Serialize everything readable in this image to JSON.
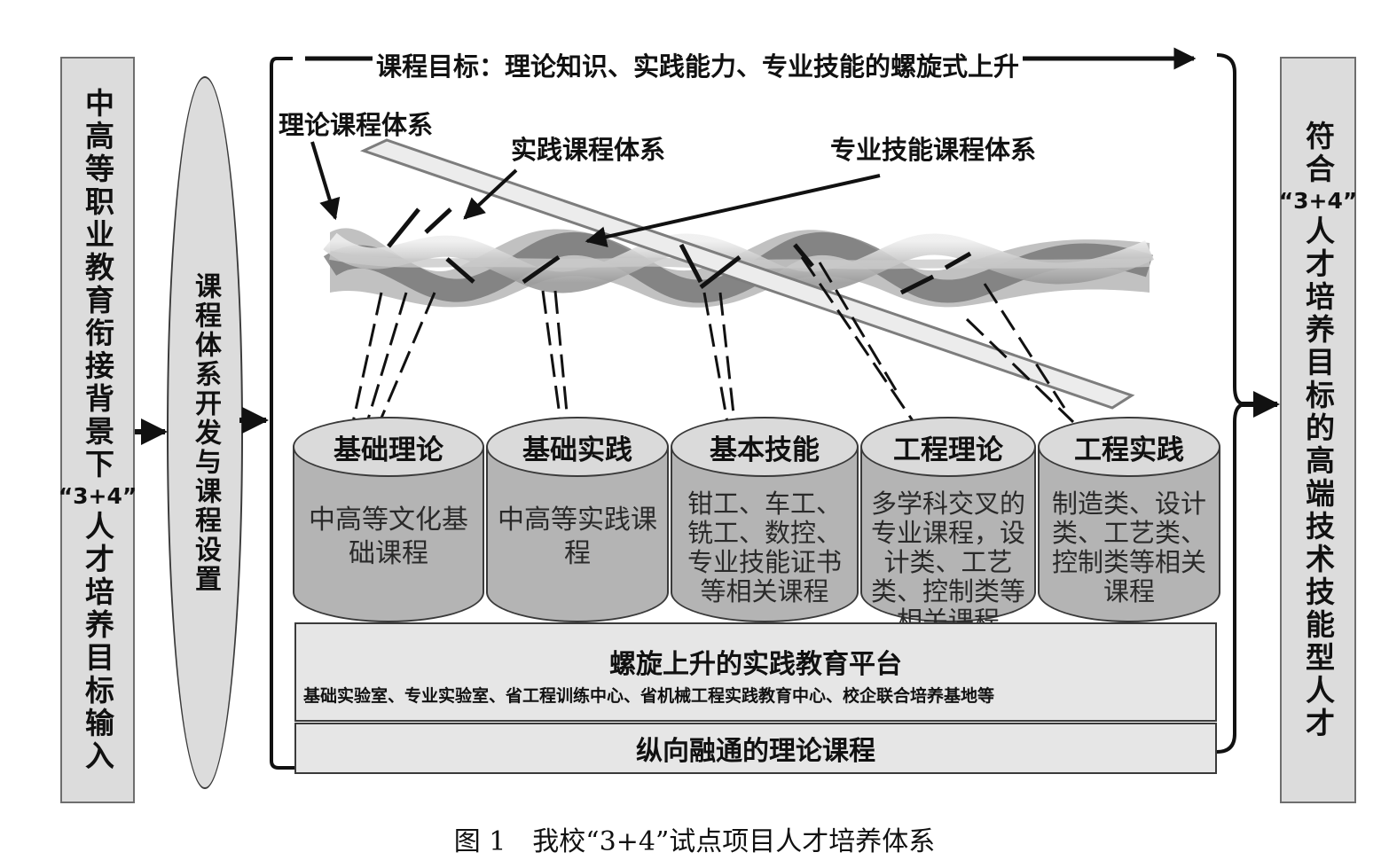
{
  "left_box": {
    "text_top": "中高等职业教育衔接背景下",
    "quote": "“3+4”",
    "text_bottom": "人才培养目标输入"
  },
  "ellipse": {
    "text": "课程体系开发与课程设置"
  },
  "right_box": {
    "text_top": "符合",
    "quote": "“3+4”",
    "text_bottom": "人才培养目标的高端技术技能型人才"
  },
  "goal_label": "课程目标：理论知识、实践能力、专业技能的螺旋式上升",
  "systems": {
    "theory": "理论课程体系",
    "practice": "实践课程体系",
    "skill": "专业技能课程体系"
  },
  "cylinders": [
    {
      "title": "基础理论",
      "desc": "中高等文化基础课程"
    },
    {
      "title": "基础实践",
      "desc": "中高等实践课程"
    },
    {
      "title": "基本技能",
      "desc": "钳工、车工、铣工、数控、专业技能证书等相关课程"
    },
    {
      "title": "工程理论",
      "desc": "多学科交叉的专业课程，设计类、工艺类、控制类等相关课程"
    },
    {
      "title": "工程实践",
      "desc": "制造类、设计类、工艺类、控制类等相关课程"
    }
  ],
  "platform": {
    "title": "螺旋上升的实践教育平台",
    "subtitle": "基础实验室、专业实验室、省工程训练中心、省机械工程实践教育中心、校企联合培养基地等"
  },
  "theory_bar": "纵向融通的理论课程",
  "caption": "图 1　我校“3+4”试点项目人才培养体系"
}
